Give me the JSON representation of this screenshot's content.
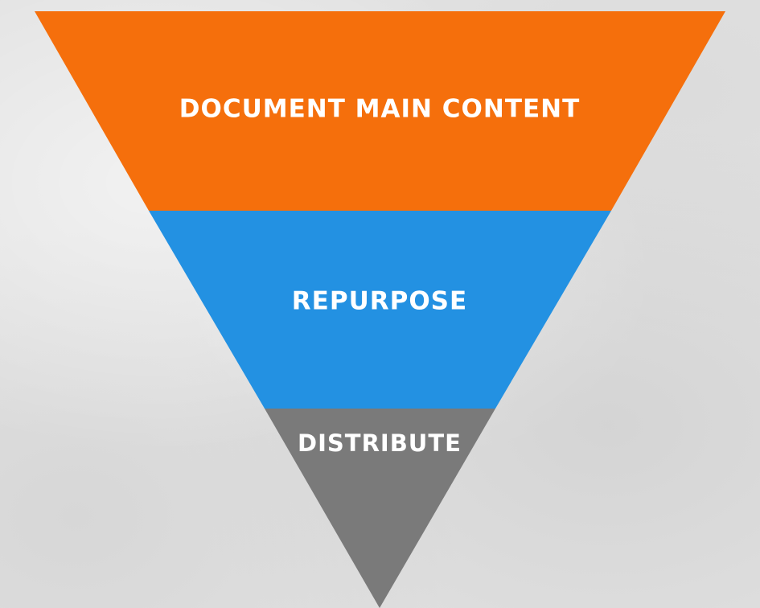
{
  "funnel": {
    "stages": [
      {
        "label": "DOCUMENT MAIN CONTENT",
        "color": "#f56f0c"
      },
      {
        "label": "REPURPOSE",
        "color": "#2391e2"
      },
      {
        "label": "DISTRIBUTE",
        "color": "#7a7a7a"
      }
    ]
  }
}
